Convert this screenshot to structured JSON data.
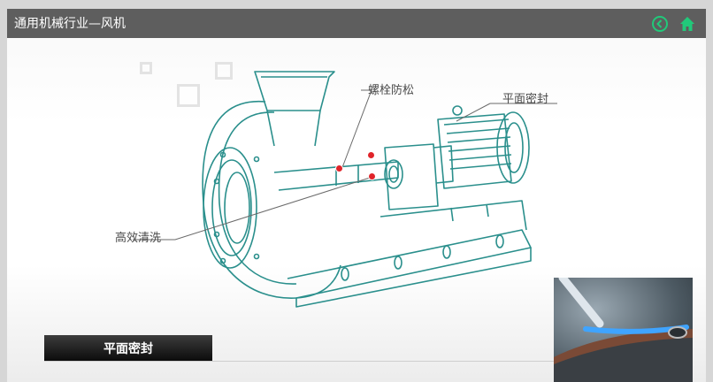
{
  "header": {
    "title": "通用机械行业—风机",
    "icons": {
      "back": "back-circle-icon",
      "home": "home-icon"
    },
    "accent_color": "#21c97a"
  },
  "callouts": [
    {
      "id": "bolt",
      "label": "螺栓防松"
    },
    {
      "id": "seal",
      "label": "平面密封"
    },
    {
      "id": "clean",
      "label": "高效清洗"
    }
  ],
  "section": {
    "label": "平面密封"
  },
  "colors": {
    "line_art": "#2a8f8c",
    "dot": "#e0242a",
    "badge_bg": "#1a1a1a",
    "topbar_bg": "#5e5e5e"
  }
}
